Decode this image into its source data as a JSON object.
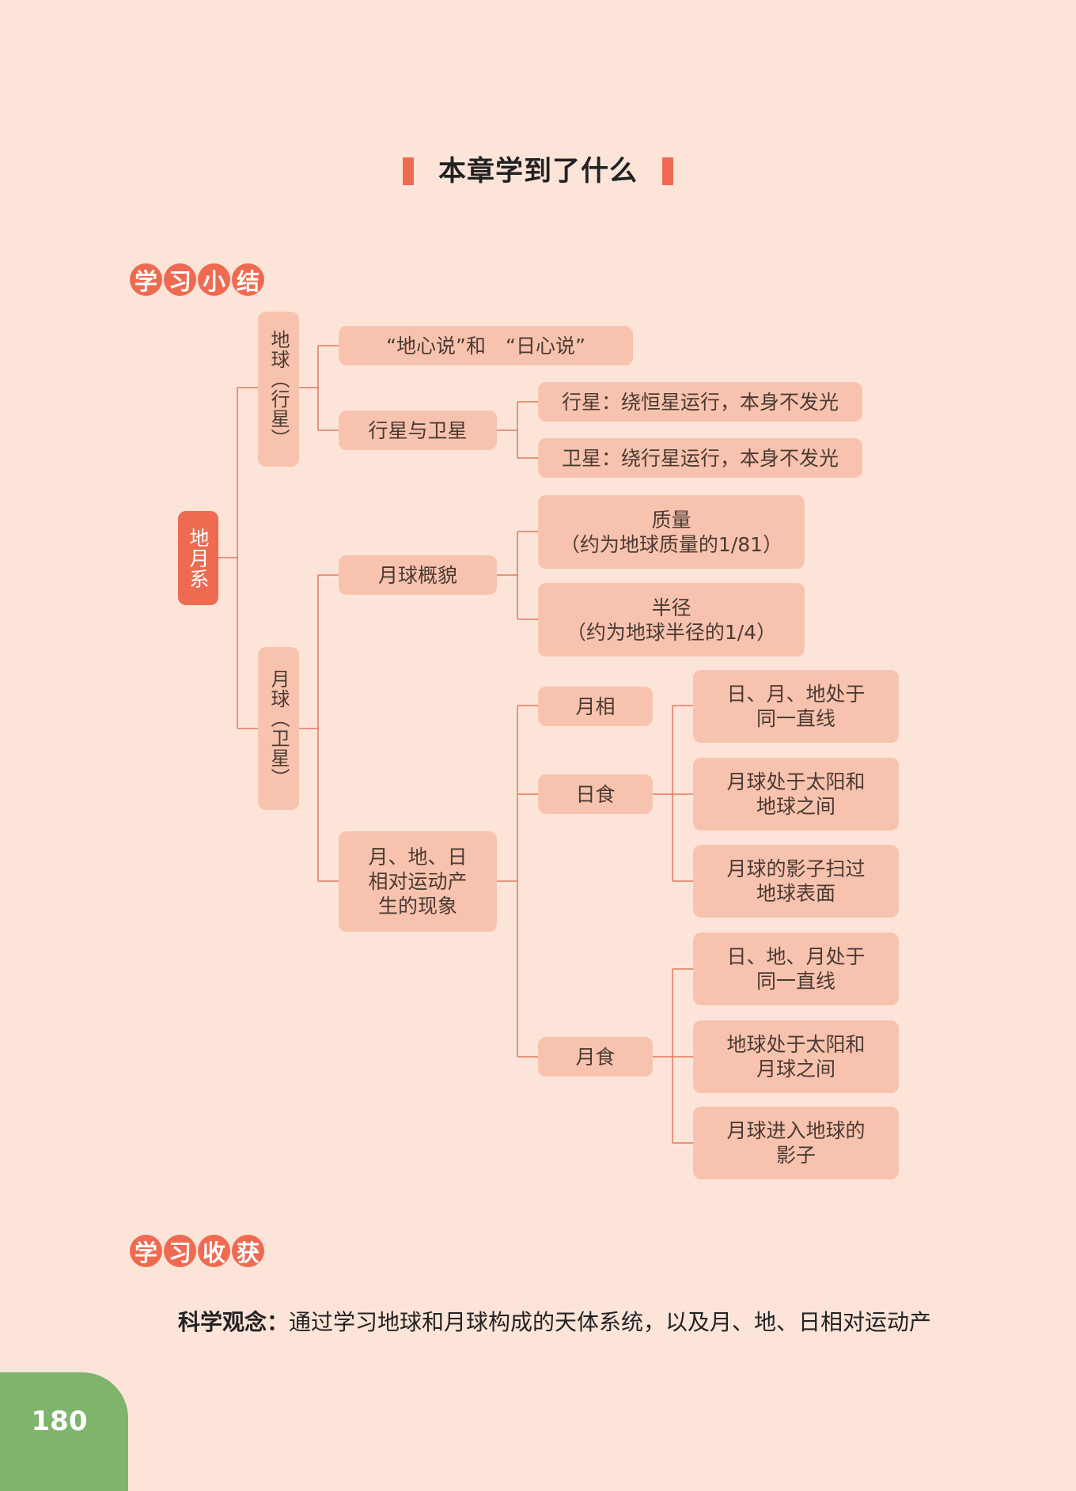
{
  "header": {
    "title": "本章学到了什么"
  },
  "sections": {
    "summary_badge": [
      "学",
      "习",
      "小",
      "结"
    ],
    "gains_badge": [
      "学",
      "习",
      "收",
      "获"
    ]
  },
  "mindmap": {
    "root": "地月系",
    "earth": "地球（行星）",
    "geo_helio": "“地心说”和　“日心说”",
    "planet_satellite": "行星与卫星",
    "planet_def": "行星：绕恒星运行，本身不发光",
    "satellite_def": "卫星：绕行星运行，本身不发光",
    "moon": "月球（卫星）",
    "moon_overview": "月球概貌",
    "mass": "质量\n（约为地球质量的1/81）",
    "radius": "半径\n（约为地球半径的1/4）",
    "phenomena": "月、地、日\n相对运动产\n生的现象",
    "phase": "月相",
    "solar_eclipse": "日食",
    "lunar_eclipse": "月食",
    "solar_1": "日、月、地处于\n同一直线",
    "solar_2": "月球处于太阳和\n地球之间",
    "solar_3": "月球的影子扫过\n地球表面",
    "lunar_1": "日、地、月处于\n同一直线",
    "lunar_2": "地球处于太阳和\n月球之间",
    "lunar_3": "月球进入地球的\n影子"
  },
  "gains": {
    "label": "科学观念：",
    "text": "通过学习地球和月球构成的天体系统，以及月、地、日相对运动产"
  },
  "footer": {
    "page_number": "180"
  },
  "colors": {
    "background": "#fde4d9",
    "node": "#f8c3ae",
    "accent": "#ee6a50",
    "line": "#e07a5f",
    "page_tab": "#7eb46b"
  }
}
